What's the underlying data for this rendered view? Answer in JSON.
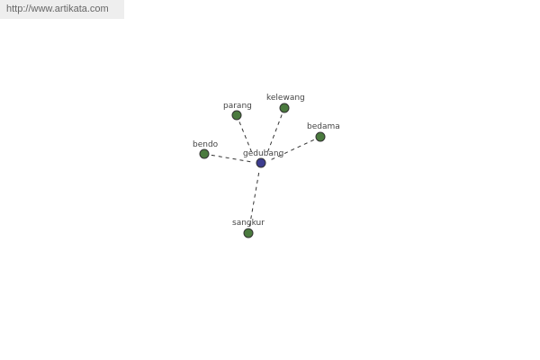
{
  "banner": {
    "url": "http://www.artikata.com"
  },
  "graph": {
    "center": {
      "label": "gedubang",
      "color": "#3d3d8f"
    },
    "leaf_color": "#4a7a3e",
    "edge_color": "#333333",
    "leaves": [
      {
        "label": "parang"
      },
      {
        "label": "kelewang"
      },
      {
        "label": "bedama"
      },
      {
        "label": "bendo"
      },
      {
        "label": "sangkur"
      }
    ]
  }
}
